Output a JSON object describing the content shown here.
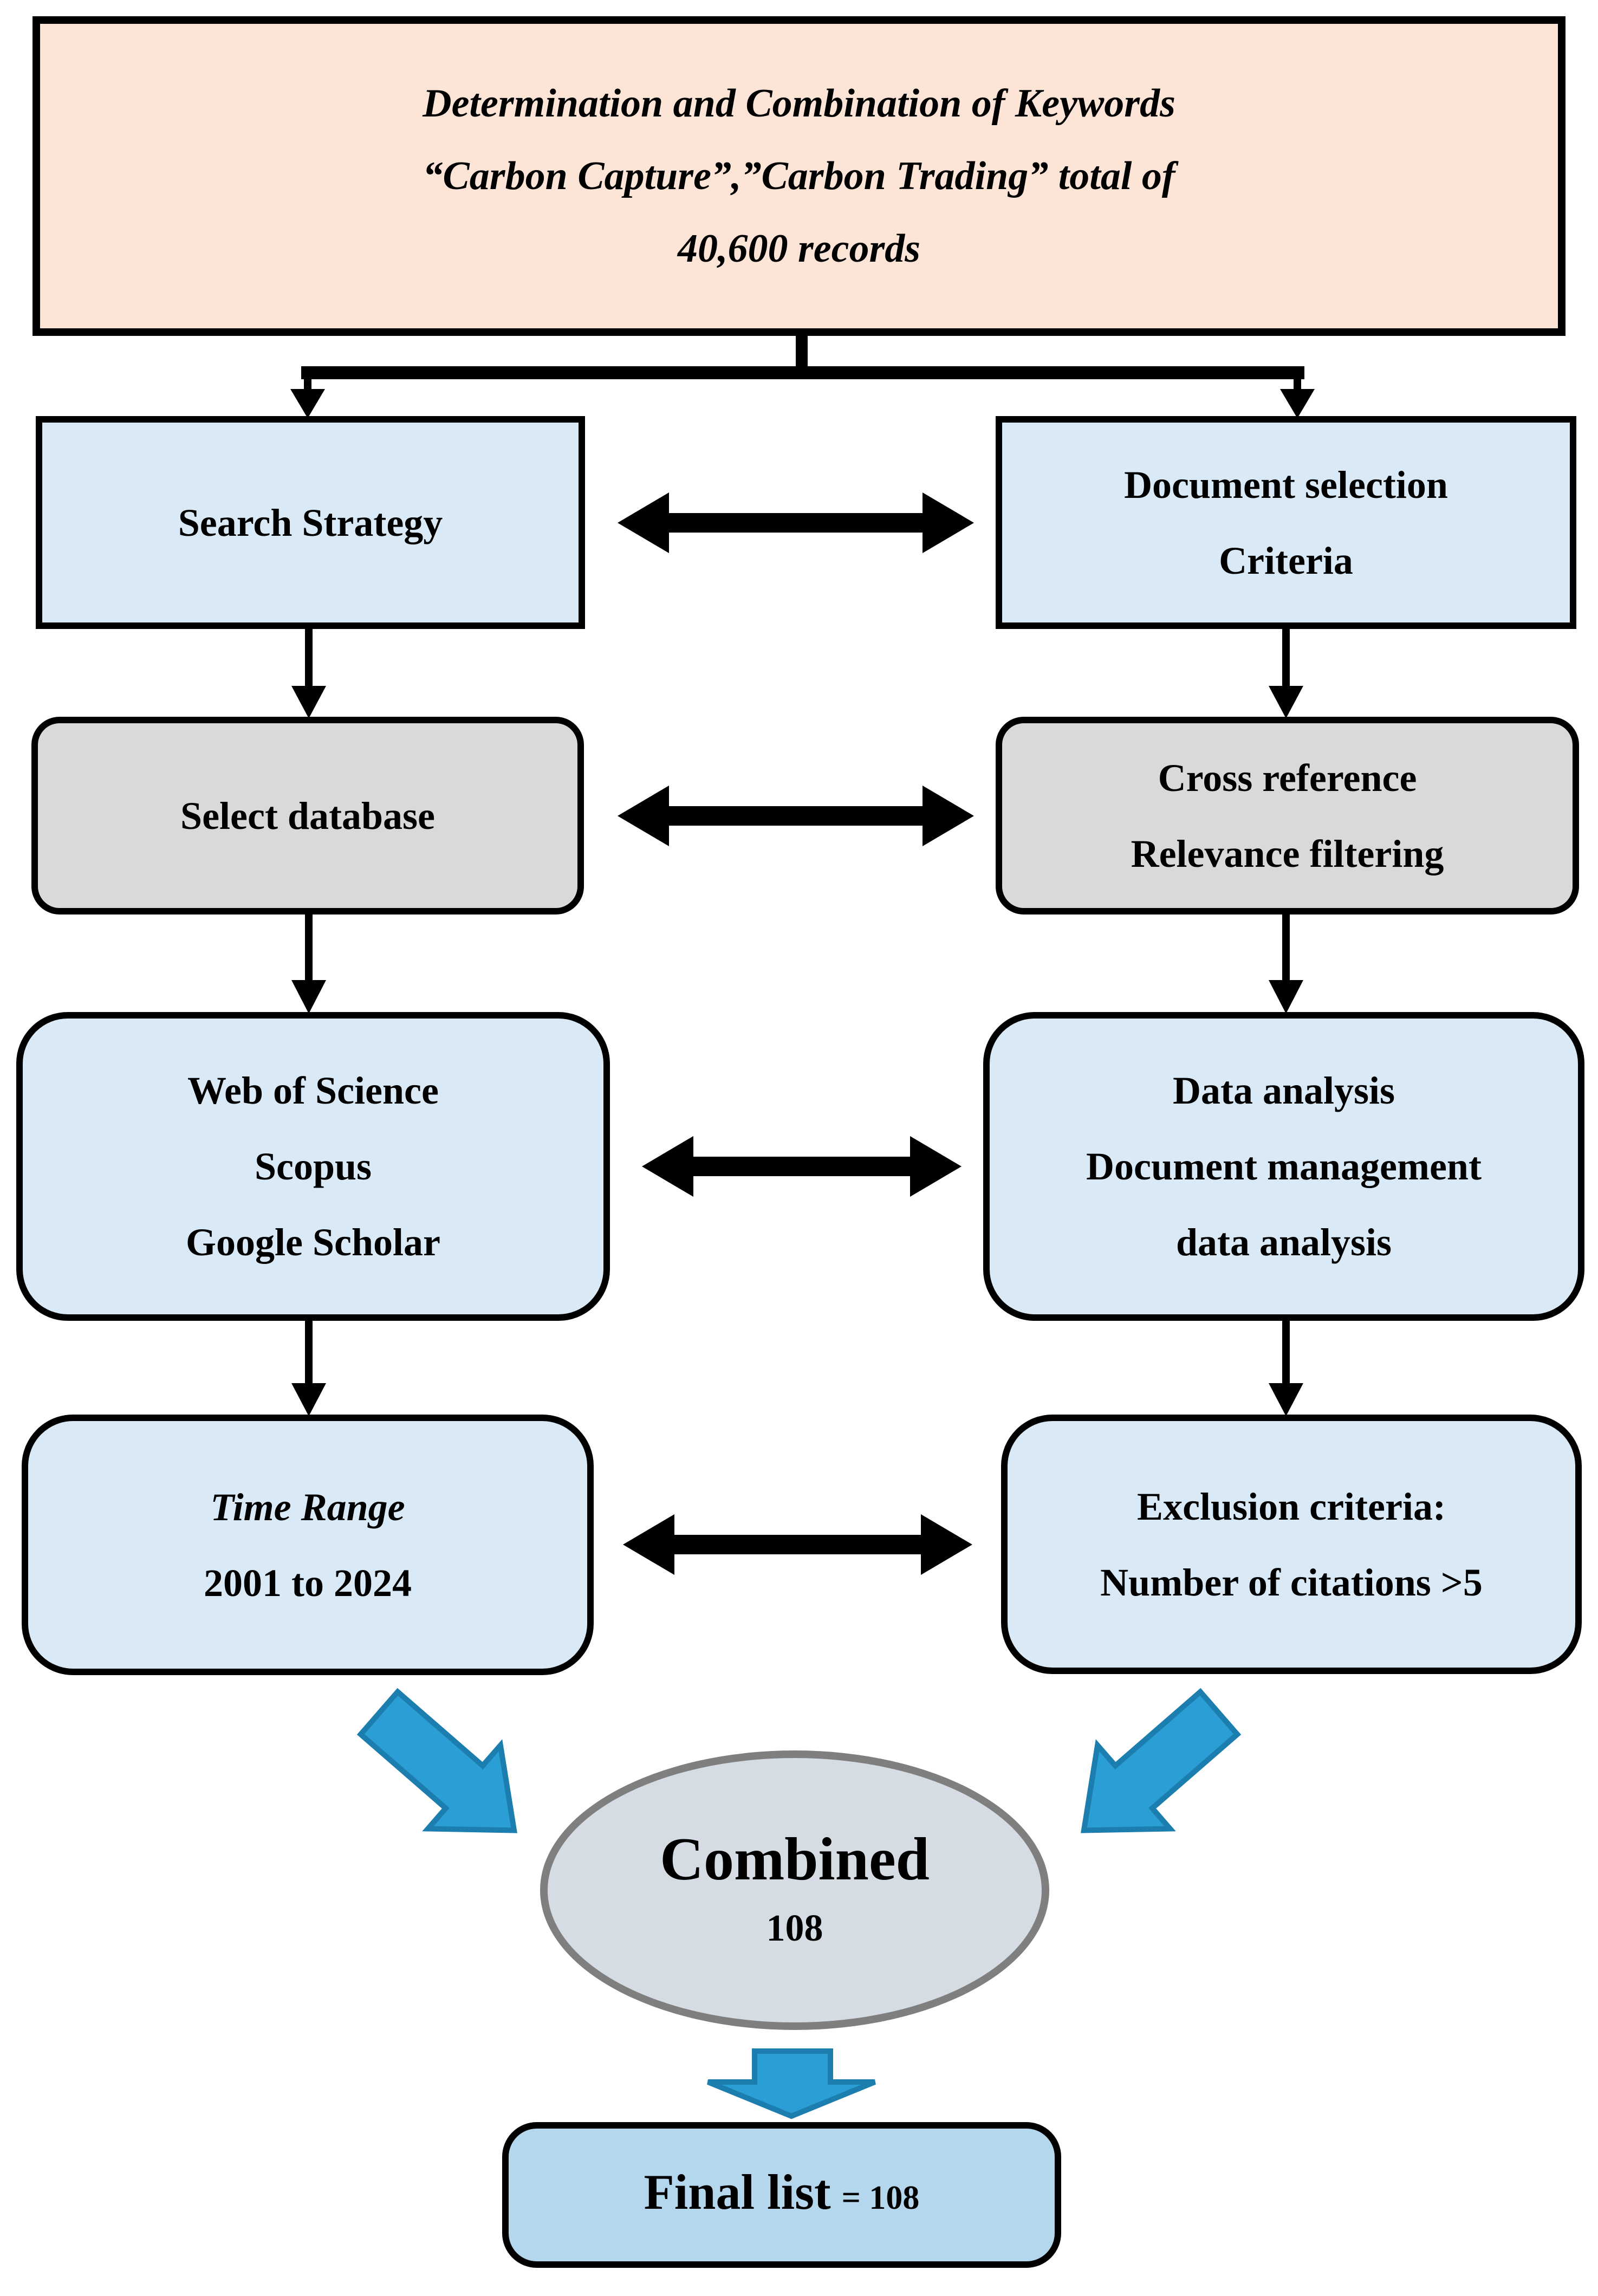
{
  "diagram": {
    "title_box": {
      "line1": "Determination and Combination of Keywords",
      "line2": "“Carbon Capture”,”Carbon Trading” total of",
      "line3": "40,600 records"
    },
    "left_column": {
      "row1": {
        "label": "Search Strategy"
      },
      "row2": {
        "label": "Select database"
      },
      "row3": {
        "line1": "Web of Science",
        "line2": "Scopus",
        "line3": "Google Scholar"
      },
      "row4": {
        "line1": "Time Range",
        "line2": "2001 to 2024"
      }
    },
    "right_column": {
      "row1": {
        "line1": "Document selection",
        "line2": "Criteria"
      },
      "row2": {
        "line1": "Cross reference",
        "line2": "Relevance filtering"
      },
      "row3": {
        "line1": "Data analysis",
        "line2": "Document management",
        "line3": "data analysis"
      },
      "row4": {
        "line1": "Exclusion criteria:",
        "line2": "Number of citations >5"
      }
    },
    "combined_ellipse": {
      "label": "Combined",
      "count": "108"
    },
    "final_box": {
      "label": "Final list",
      "count": "= 108"
    },
    "colors": {
      "title_fill": "#FCE4D6",
      "blue_box_fill": "#D9E9F6",
      "gray_box_fill": "#D9D9D9",
      "ellipse_fill": "#D6DCE4",
      "ellipse_border": "#7F7F7F",
      "final_box_fill": "#B5D7EE",
      "connector_black": "#000000",
      "blue_arrow_fill": "#2B9ED6",
      "blue_arrow_border": "#1B7EAE"
    },
    "icons": {
      "tree_connector": "split-connector-with-down-arrows",
      "column_arrow": "down-arrow",
      "row_link": "left-right-double-arrow",
      "merge_arrow_left": "diagonal-block-arrow-down-right",
      "merge_arrow_right": "diagonal-block-arrow-down-left",
      "final_arrow": "down-block-arrow"
    }
  }
}
